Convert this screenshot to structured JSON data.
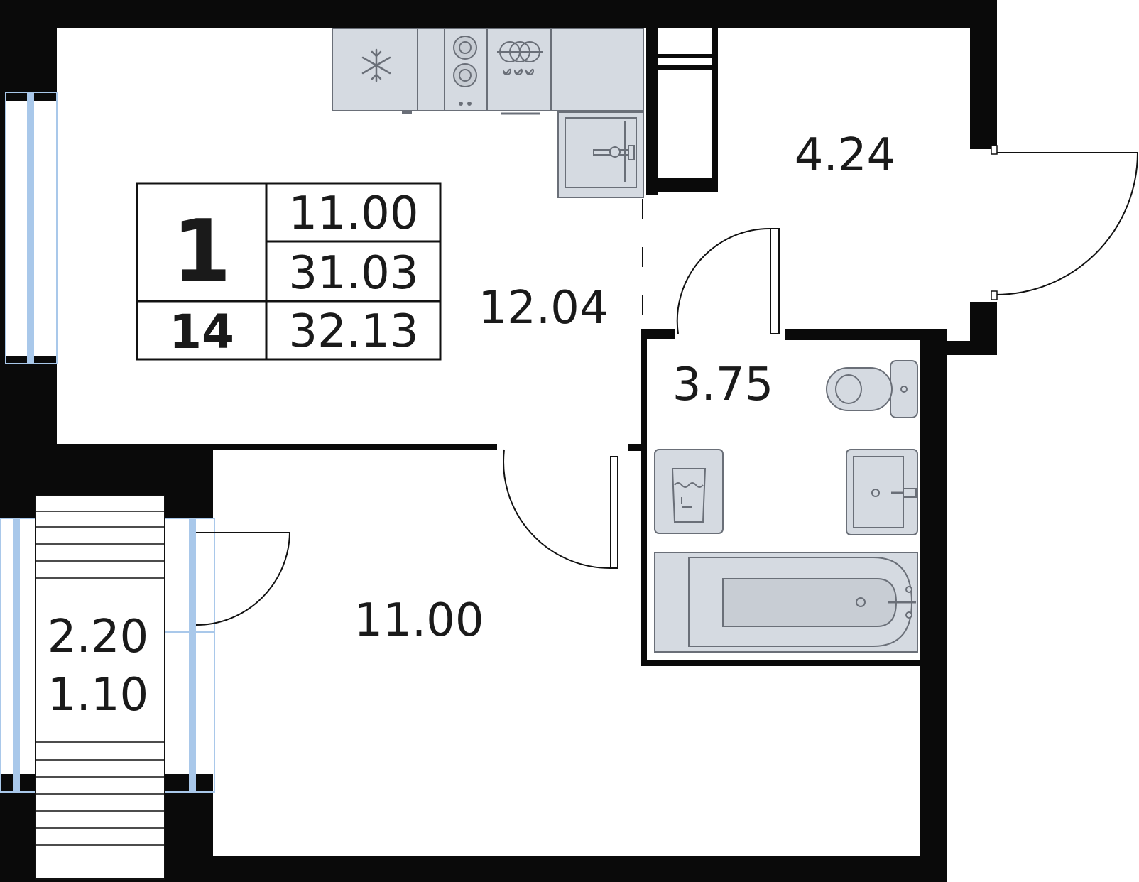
{
  "info_table": {
    "rooms": "1",
    "floor": "14",
    "living_area": "11.00",
    "total_area": "31.03",
    "area_with_balcony": "32.13"
  },
  "rooms": {
    "kitchen_living": "12.04",
    "hallway": "4.24",
    "bathroom": "3.75",
    "bedroom": "11.00",
    "balcony_area": "2.20",
    "balcony_reduced": "1.10"
  },
  "icons": [
    "fridge-icon",
    "hob-icon",
    "oven-icon",
    "sink-icon",
    "toilet-icon",
    "washing-machine-icon",
    "washbasin-icon",
    "bathtub-icon"
  ],
  "colors": {
    "wall": "#0a0a0a",
    "fixture_fill": "#d5dae1",
    "fixture_stroke": "#6a6f78",
    "window": "#a9c8ea"
  }
}
